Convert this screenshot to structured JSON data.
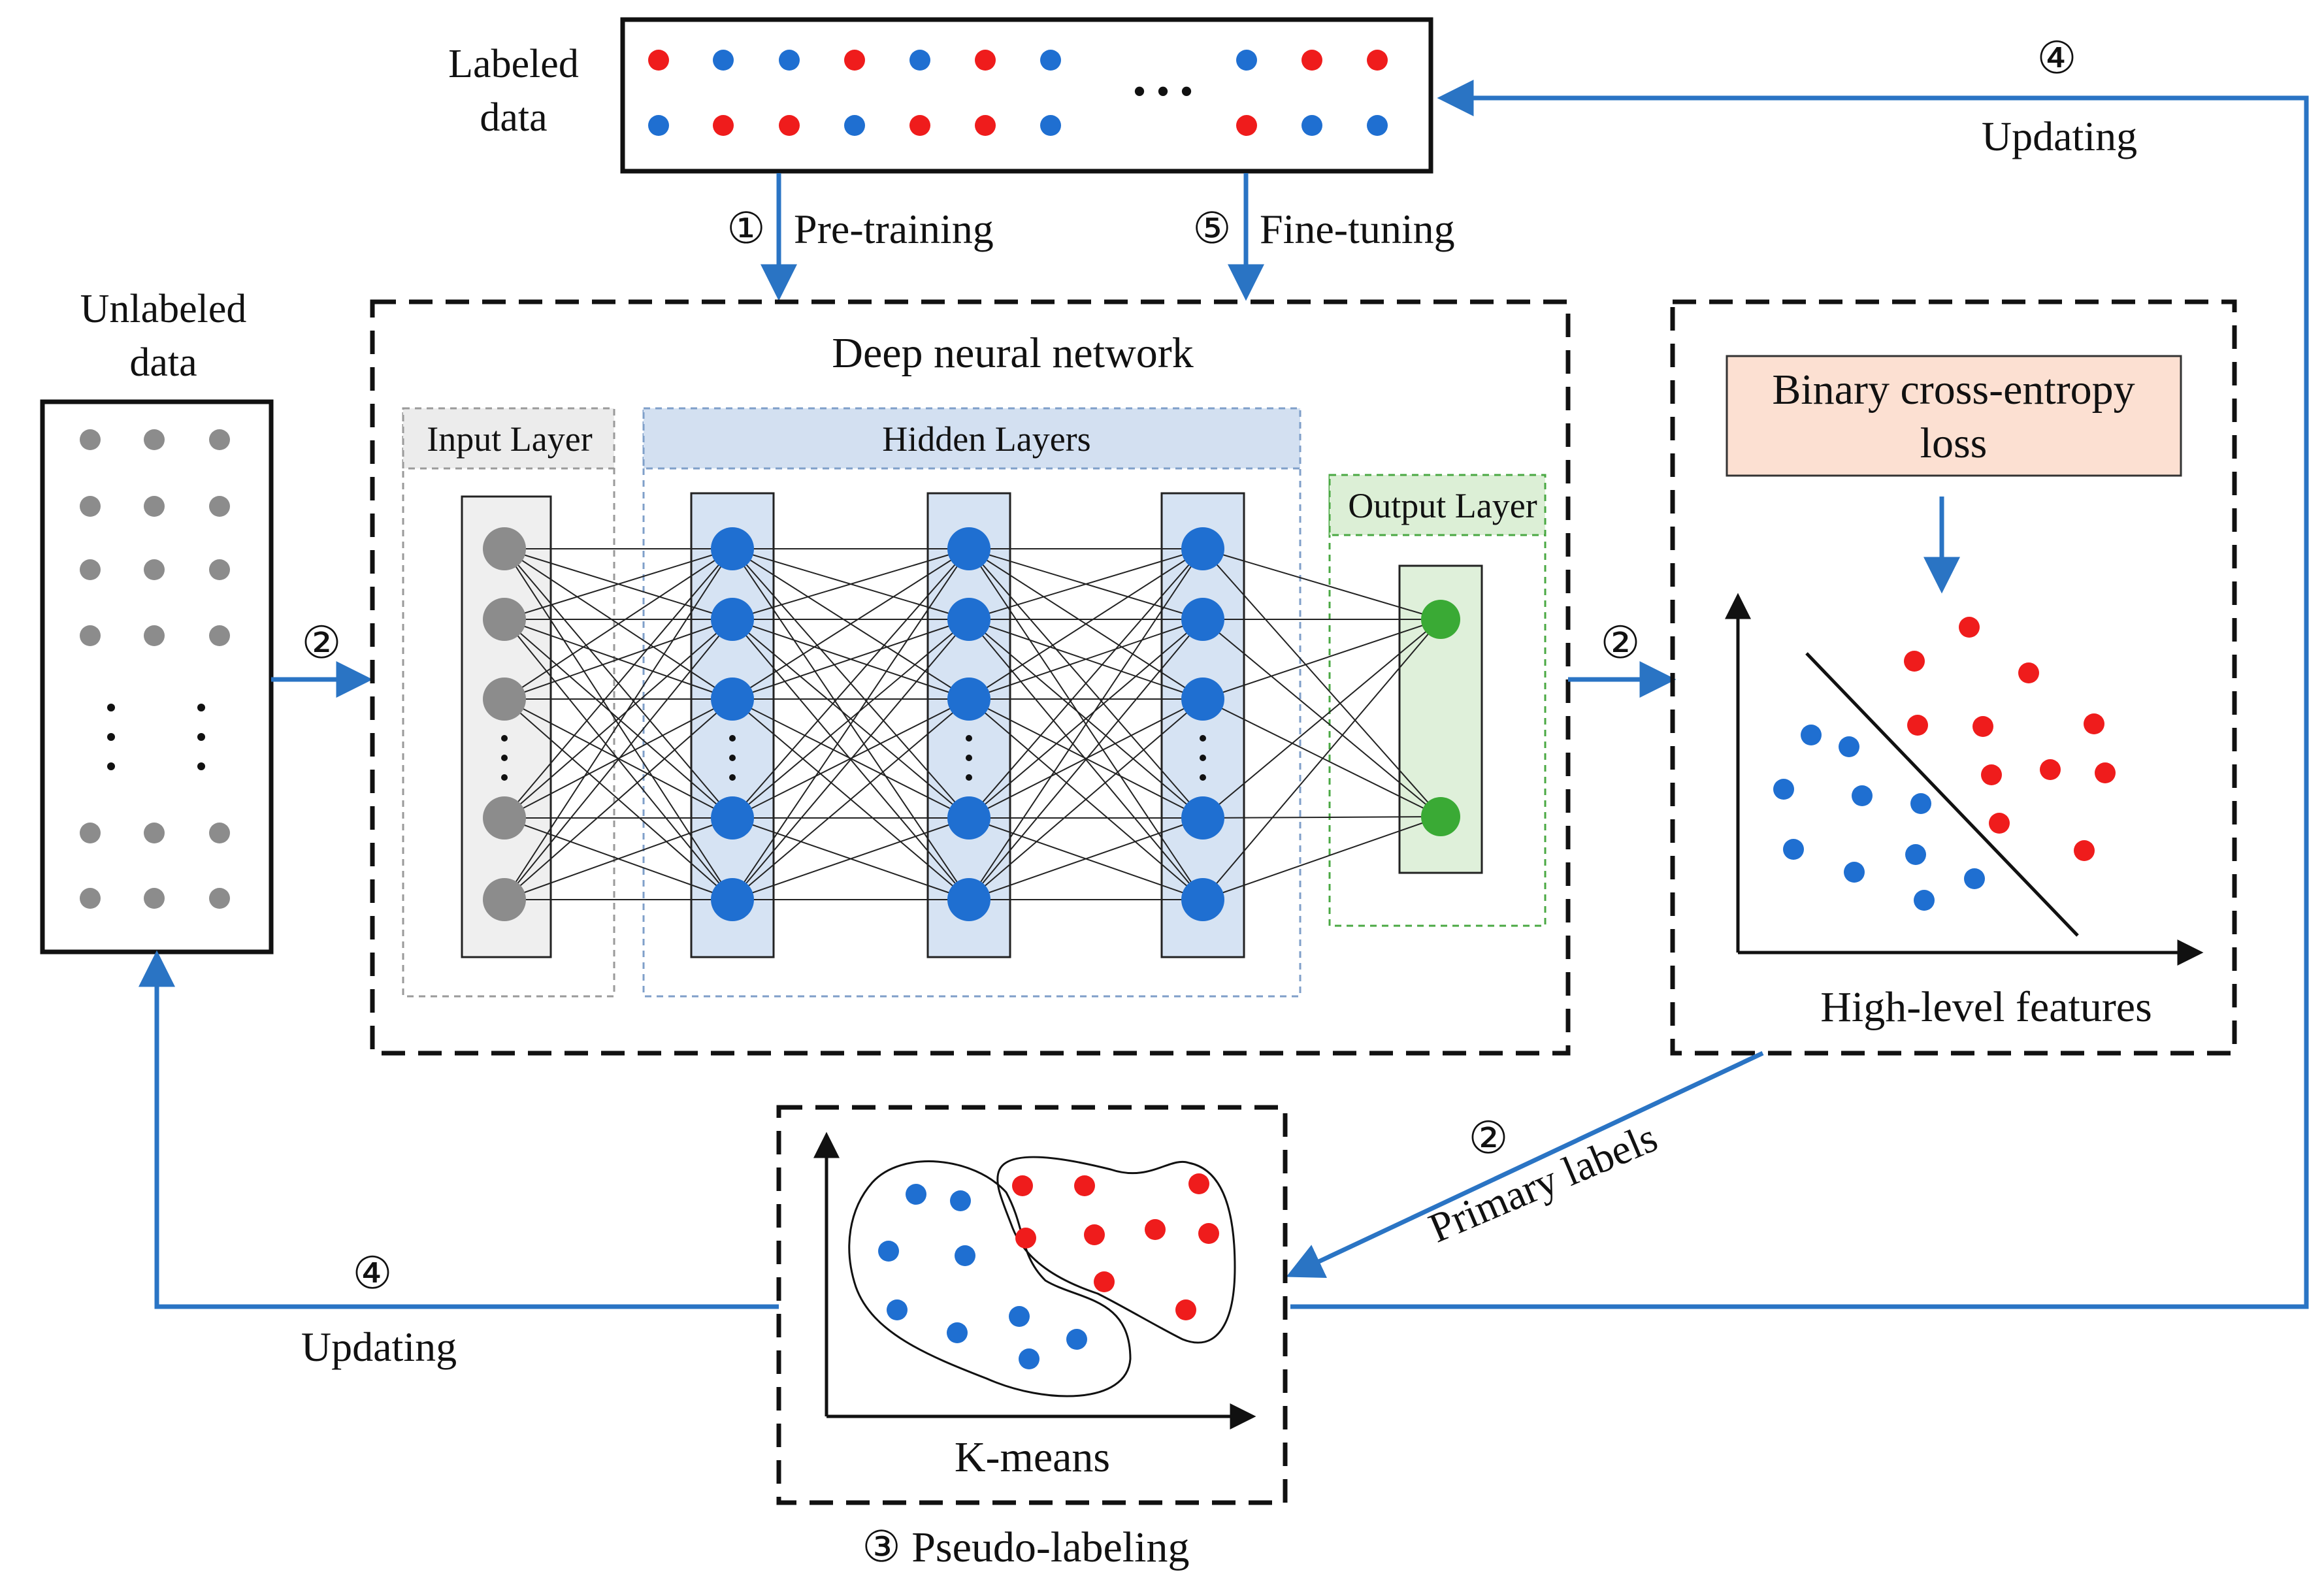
{
  "labels": {
    "labeled_data": [
      "Labeled",
      "data"
    ],
    "unlabeled_data": [
      "Unlabeled",
      "data"
    ],
    "step1": "①",
    "pretraining": "Pre-training",
    "step5": "⑤",
    "finetuning": "Fine-tuning",
    "step4_top": "④",
    "updating_top": "Updating",
    "step2_left": "②",
    "step2_right": "②",
    "step2_primary": "②",
    "primary_labels": "Primary labels",
    "step4_bottom": "④",
    "updating_bottom": "Updating",
    "dnn_title": "Deep neural network",
    "input_layer": "Input Layer",
    "hidden_layers": "Hidden Layers",
    "output_layer": "Output Layer",
    "bce_loss": [
      "Binary cross-entropy",
      "loss"
    ],
    "high_level": "High-level features",
    "kmeans": "K-means",
    "pseudo_labeling": "③ Pseudo-labeling",
    "ellipsis": "• • •"
  },
  "labeled_rows": [
    [
      "red",
      "blue",
      "blue",
      "red",
      "blue",
      "red",
      "blue",
      "blue",
      "red",
      "red"
    ],
    [
      "blue",
      "red",
      "red",
      "blue",
      "red",
      "red",
      "blue",
      "red",
      "blue",
      "blue"
    ]
  ],
  "colors": {
    "red": "#ef1c1c",
    "blue": "#1f6fd1",
    "gray": "#8c8c8c",
    "green": "#3aaa35",
    "arrow": "#2a74c4",
    "input_fill": "#efefef",
    "hidden_fill": "#d6e3f3",
    "output_fill": "#dff0da",
    "bce_fill": "#fce0d2",
    "hidden_header": "#d3e0f1",
    "input_header": "#ececec",
    "output_header": "#dcefd6"
  }
}
